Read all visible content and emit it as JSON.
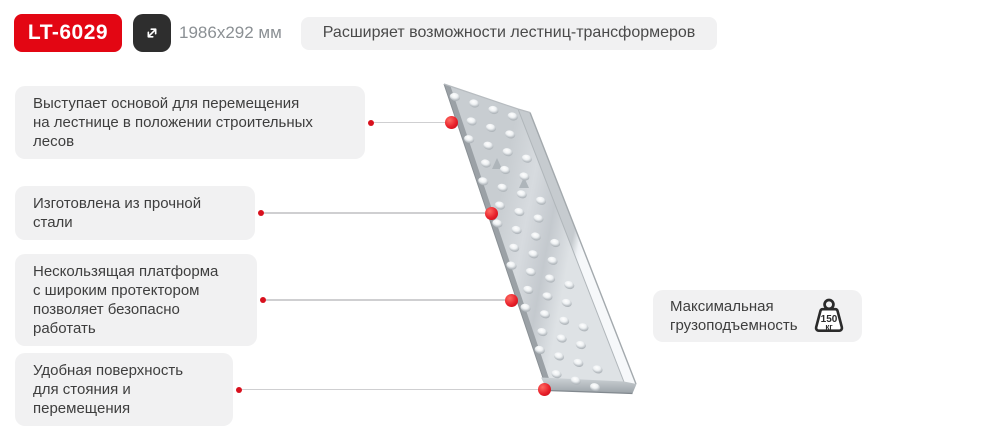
{
  "header": {
    "model": "LT-6029",
    "dimensions": "1986x292 мм",
    "tagline": "Расширяет возможности лестниц-трансформеров",
    "size_icon": "expand-arrows-icon"
  },
  "features": [
    {
      "text": "Выступает основой для перемещения\nна лестнице в положении строительных лесов"
    },
    {
      "text": "Изготовлена из прочной стали"
    },
    {
      "text": "Нескользящая платформа\nс широким протектором\nпозволяет безопасно работать"
    },
    {
      "text": "Удобная поверхность\nдля стояния и перемещения"
    }
  ],
  "capacity": {
    "label": "Максимальная\nгрузоподъемность",
    "value": "150",
    "unit": "кг",
    "icon": "weight-icon"
  },
  "colors": {
    "accent_red": "#e30613",
    "dark": "#2e2e2e",
    "panel_bg": "#f1f1f2",
    "text": "#3e3e3e",
    "muted_text": "#8b9094",
    "line": "#cfcfd1"
  }
}
